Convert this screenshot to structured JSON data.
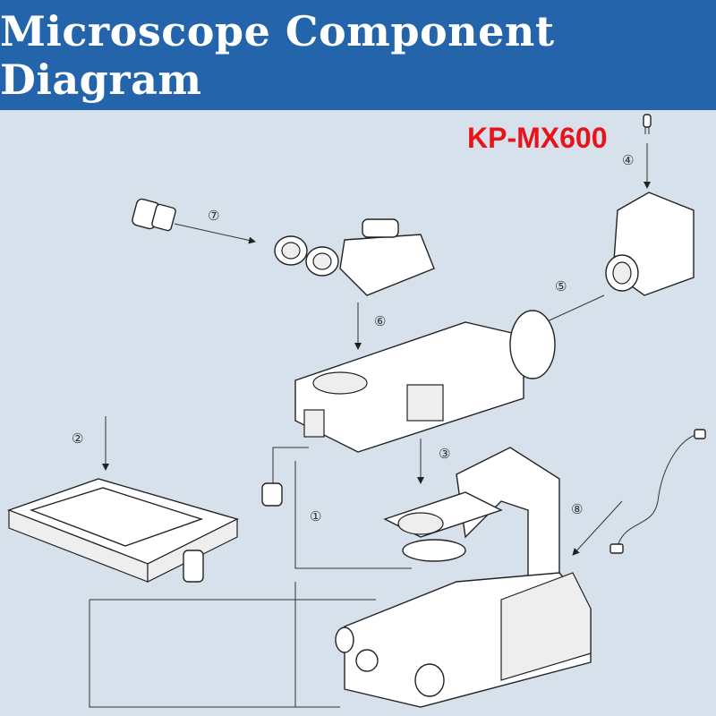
{
  "header": {
    "title": "Microscope Component Diagram"
  },
  "model": "KP-MX600",
  "colors": {
    "header_bg": "#2464aa",
    "background": "#d7e1eb",
    "model_text": "#e8141a"
  },
  "callouts": [
    {
      "label": "①",
      "component": "objective-lens"
    },
    {
      "label": "②",
      "component": "mechanical-stage"
    },
    {
      "label": "③",
      "component": "stage-holder"
    },
    {
      "label": "④",
      "component": "halogen-bulb"
    },
    {
      "label": "⑤",
      "component": "lamp-housing"
    },
    {
      "label": "⑥",
      "component": "illuminator-head"
    },
    {
      "label": "⑦",
      "component": "eyepiece"
    },
    {
      "label": "⑧",
      "component": "power-cord"
    }
  ]
}
